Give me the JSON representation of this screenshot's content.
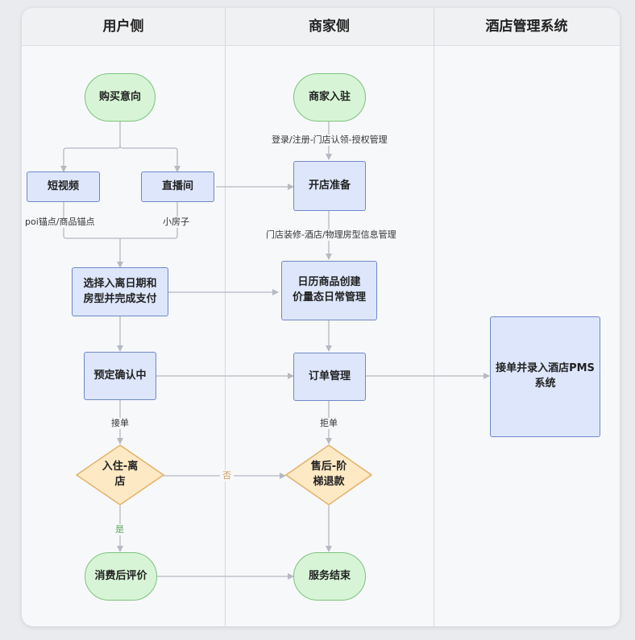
{
  "lanes": {
    "user": "用户侧",
    "merchant": "商家侧",
    "pms": "酒店管理系统"
  },
  "nodes": {
    "purchase_intent": "购买意向",
    "short_video": "短视频",
    "live_room": "直播间",
    "select_dates": "选择入离日期和\n房型并完成支付",
    "booking_confirming": "预定确认中",
    "checkin_checkout": "入住-离\n店",
    "post_review": "消费后评价",
    "merchant_onboard": "商家入驻",
    "store_prep": "开店准备",
    "calendar_goods": "日历商品创建\n价量态日常管理",
    "order_mgmt": "订单管理",
    "aftersale_refund": "售后-阶\n梯退款",
    "service_end": "服务结束",
    "pms_entry": "接单并录入酒店PMS\n系统"
  },
  "edge_labels": {
    "poi_anchor": "poi锚点/商品锚点",
    "small_house": "小房子",
    "login_auth": "登录/注册-门店认领-授权管理",
    "store_decor": "门店装修-酒店/物理房型信息管理",
    "accept": "接单",
    "reject": "拒单",
    "no": "否",
    "yes": "是"
  },
  "colors": {
    "rect_fill": "#dde6fb",
    "rect_border": "#6f88c7",
    "pill_fill": "#d7f5d6",
    "pill_border": "#7cc27d",
    "diamond_fill": "#fde9c4",
    "diamond_border": "#e3b26a",
    "edge": "#b5b9c0"
  }
}
